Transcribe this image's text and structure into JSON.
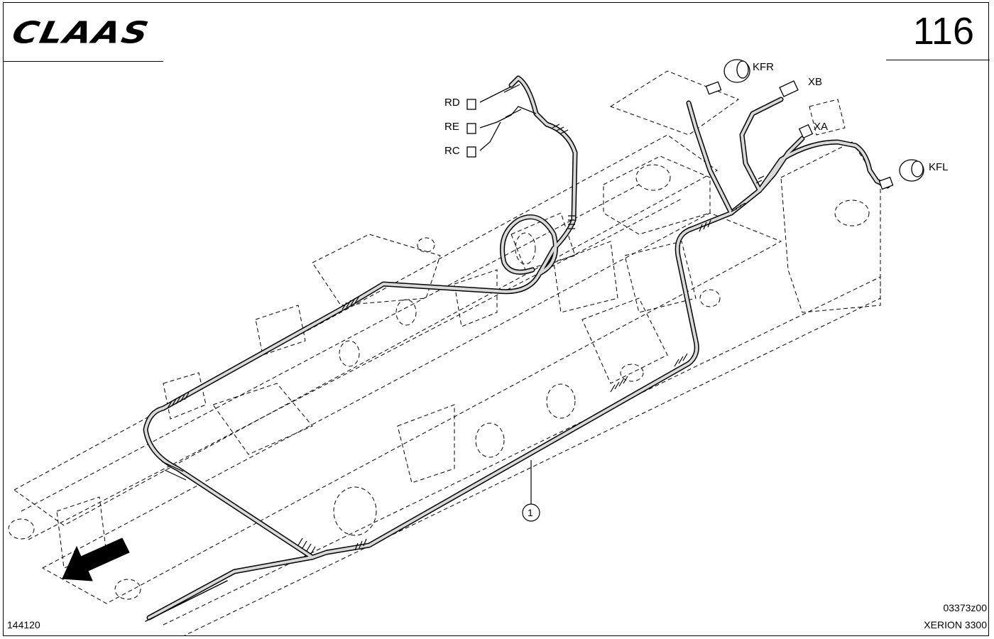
{
  "header": {
    "brand": "CLAAS",
    "page_number": "116"
  },
  "components": {
    "rd": "RD",
    "re": "RE",
    "rc": "RC",
    "kfr": "KFR",
    "xb": "XB",
    "xa": "XA",
    "kfl": "KFL",
    "callout_1": "1"
  },
  "footer": {
    "sheet_id": "144120",
    "drawing_code": "03373z00",
    "model": "XERION 3300"
  },
  "colors": {
    "line": "#000000",
    "harness_fill": "#d9d9d9",
    "background": "#ffffff"
  },
  "icons": {
    "arrow": "direction-arrow-icon",
    "brand": "claas-logo"
  }
}
